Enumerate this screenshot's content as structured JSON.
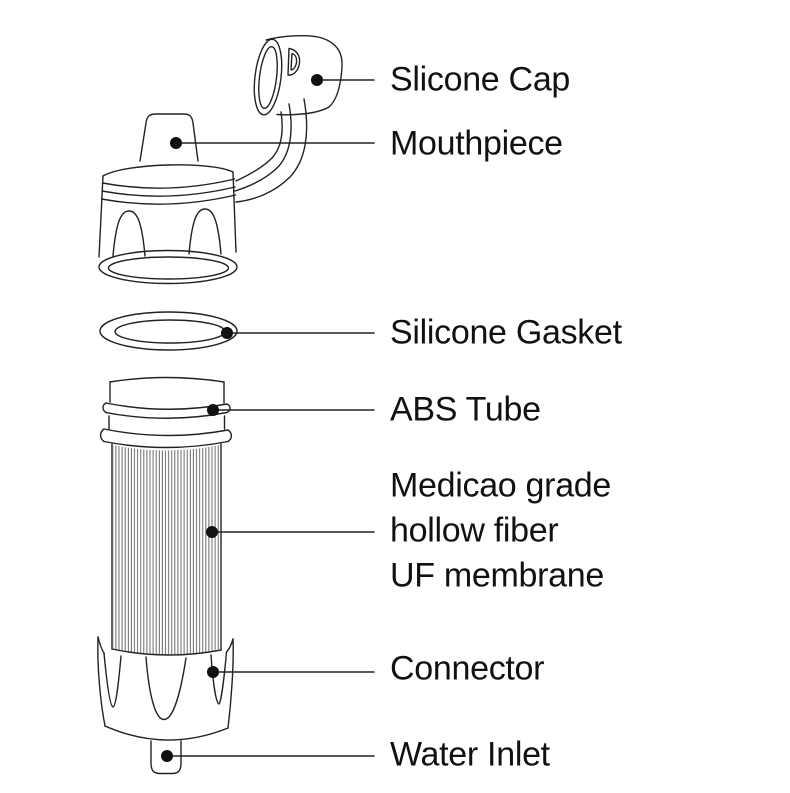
{
  "diagram": {
    "type": "exploded-parts-callout-diagram",
    "colors": {
      "background": "#ffffff",
      "line": "#222222",
      "text": "#111111",
      "dot": "#111111",
      "rib": "#5a5a5a"
    },
    "callouts": [
      {
        "part": "silicone-cap",
        "label": "Slicone Cap"
      },
      {
        "part": "mouthpiece",
        "label": "Mouthpiece"
      },
      {
        "part": "silicone-gasket",
        "label": "Silicone Gasket"
      },
      {
        "part": "abs-tube",
        "label": "ABS Tube"
      },
      {
        "part": "uf-membrane",
        "label": "Medicao grade\nhollow fiber\nUF membrane"
      },
      {
        "part": "connector",
        "label": "Connector"
      },
      {
        "part": "water-inlet",
        "label": "Water Inlet"
      }
    ]
  }
}
